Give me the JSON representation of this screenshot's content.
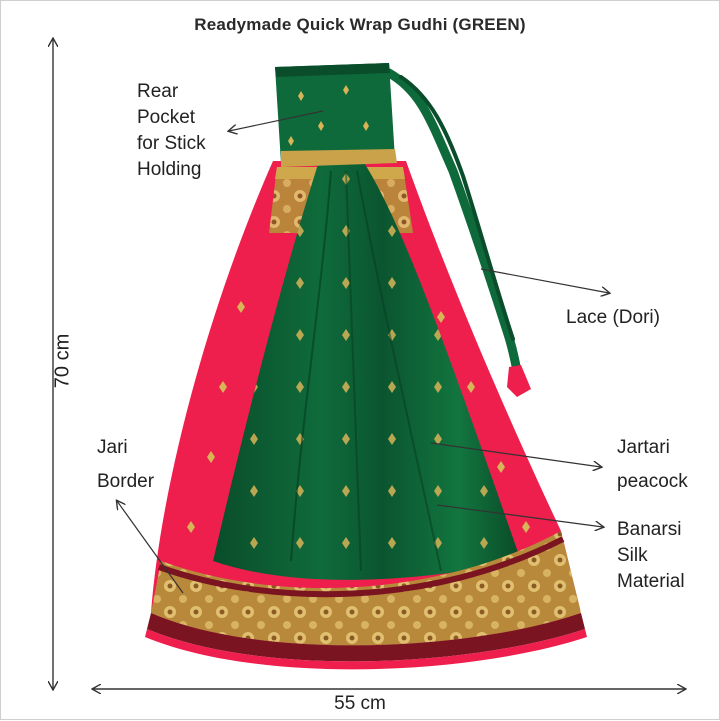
{
  "title": "Readymade Quick Wrap Gudhi (GREEN)",
  "labels": {
    "rear_pocket": [
      "Rear",
      "Pocket",
      "for Stick",
      "Holding"
    ],
    "lace": "Lace (Dori)",
    "jari_border": [
      "Jari",
      "Border"
    ],
    "jartari": [
      "Jartari",
      "peacock"
    ],
    "banarsi": [
      "Banarsi",
      "Silk",
      "Material"
    ]
  },
  "dimensions": {
    "height": "70 cm",
    "width": "55 cm"
  },
  "colors": {
    "green": "#0e6a3a",
    "green_dark": "#0a4d2a",
    "pink": "#ee1f4d",
    "gold": "#c9a24a",
    "maroon": "#7a1420"
  }
}
